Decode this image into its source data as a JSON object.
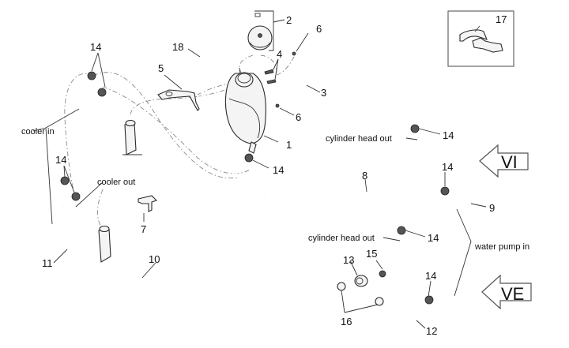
{
  "diagram": {
    "title": "Cooling system parts diagram",
    "part_numbers": {
      "p1": "1",
      "p2": "2",
      "p3": "3",
      "p4": "4",
      "p5": "5",
      "p6a": "6",
      "p6b": "6",
      "p7": "7",
      "p8": "8",
      "p9": "9",
      "p10": "10",
      "p11": "11",
      "p12": "12",
      "p13": "13",
      "p14a": "14",
      "p14b": "14",
      "p14c": "14",
      "p14d": "14",
      "p14e": "14",
      "p14f": "14",
      "p15": "15",
      "p16": "16",
      "p17": "17",
      "p18": "18"
    },
    "labels": {
      "cooler_in": "cooler in",
      "cooler_out": "cooler out",
      "cylinder_head_out_upper": "cylinder head out",
      "cylinder_head_out_lower": "cylinder head out",
      "water_pump_in": "water pump in"
    },
    "view_arrows": {
      "upper": "VI",
      "lower": "VE"
    }
  }
}
